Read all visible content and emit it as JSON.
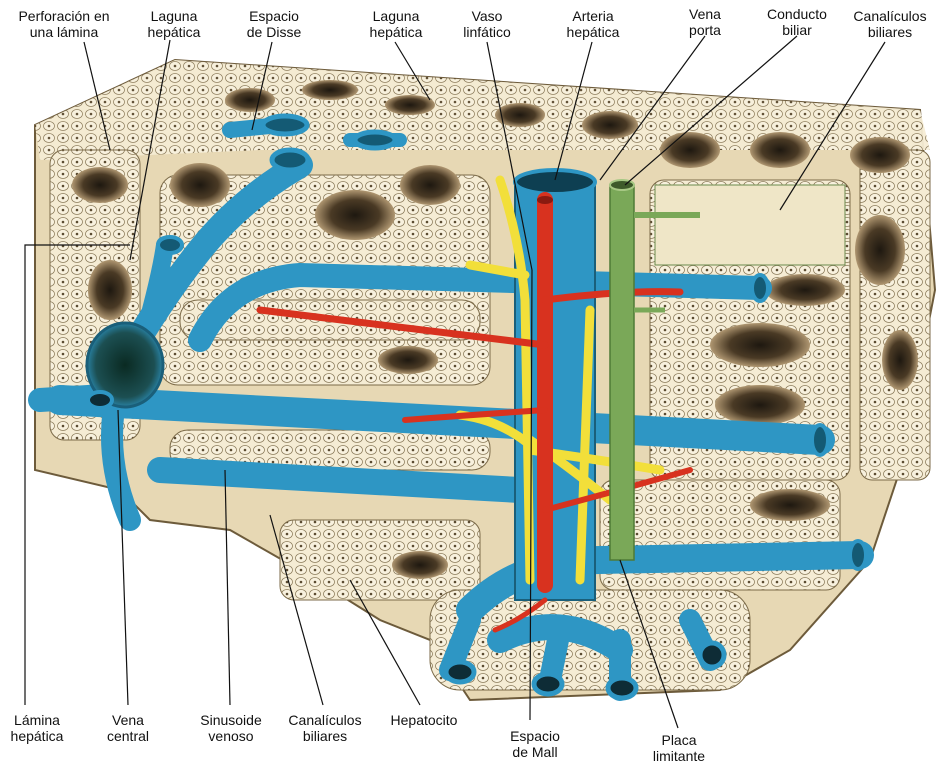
{
  "labels": {
    "perforacion": {
      "line1": "Perforación en",
      "line2": "una lámina"
    },
    "laguna_1": {
      "line1": "Laguna",
      "line2": "hepática"
    },
    "espacio_disse": {
      "line1": "Espacio",
      "line2": "de Disse"
    },
    "laguna_2": {
      "line1": "Laguna",
      "line2": "hepática"
    },
    "vaso_linfatico": {
      "line1": "Vaso",
      "line2": "linfático"
    },
    "arteria_hepatica": {
      "line1": "Arteria",
      "line2": "hepática"
    },
    "vena_porta": {
      "line1": "Vena",
      "line2": "porta"
    },
    "conducto_biliar": {
      "line1": "Conducto",
      "line2": "biliar"
    },
    "canaliculos_top": {
      "line1": "Canalículos",
      "line2": "biliares"
    },
    "lamina_hepatica": {
      "line1": "Lámina",
      "line2": "hepática"
    },
    "vena_central": {
      "line1": "Vena",
      "line2": "central"
    },
    "sinusoide_venoso": {
      "line1": "Sinusoide",
      "line2": "venoso"
    },
    "canaliculos_bottom": {
      "line1": "Canalículos",
      "line2": "biliares"
    },
    "hepatocito": {
      "line1": "Hepatocito"
    },
    "espacio_mall": {
      "line1": "Espacio",
      "line2": "de Mall"
    },
    "placa_limitante": {
      "line1": "Placa",
      "line2": "limitante"
    }
  },
  "colors": {
    "venous_blue": "#2e96c4",
    "artery_red": "#d8321f",
    "lymph_yellow": "#f2df3a",
    "bile_green": "#7aa858",
    "hepatocyte_cream": "#f3ead2",
    "lacuna_dark": "#2a2218",
    "tissue_brown": "#c8ad82"
  },
  "icons": [
    "hepatocyte-cell",
    "vessel-cross-section"
  ]
}
